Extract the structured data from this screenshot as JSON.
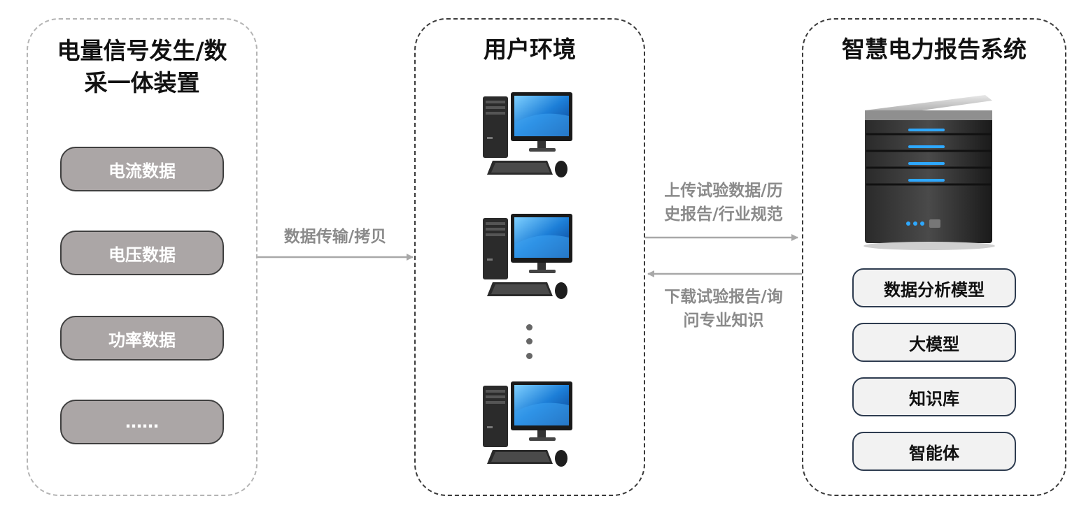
{
  "left_panel": {
    "title_line1": "电量信号发生/数",
    "title_line2": "采一体装置",
    "items": [
      "电流数据",
      "电压数据",
      "功率数据",
      "……"
    ]
  },
  "middle_panel": {
    "title": "用户环境"
  },
  "right_panel": {
    "title": "智慧电力报告系统",
    "items": [
      "数据分析模型",
      "大模型",
      "知识库",
      "智能体"
    ]
  },
  "arrows": {
    "left_to_middle": "数据传输/拷贝",
    "upload_line1": "上传试验数据/历",
    "upload_line2": "史报告/行业规范",
    "download_line1": "下载试验报告/询",
    "download_line2": "问专业知识"
  },
  "colors": {
    "gray_pill": "#aba6a6",
    "white_pill": "#f2f2f2",
    "arrow": "#a8a8a8",
    "label": "#8a8a8a",
    "led": "#2ea8ff"
  }
}
